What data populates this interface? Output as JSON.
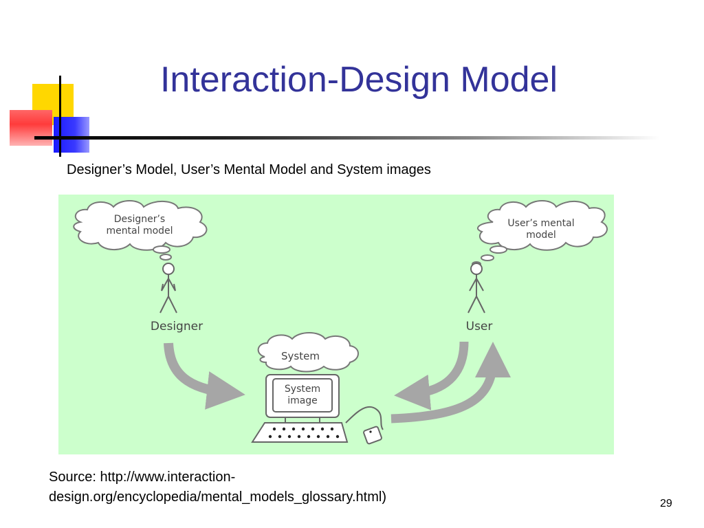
{
  "slide": {
    "title": "Interaction-Design Model",
    "subtitle": "Designer’s Model, User’s Mental Model and System images",
    "source_line1": "Source: http://www.interaction-",
    "source_line2": "design.org/encyclopedia/mental_models_glossary.html)",
    "page_number": "29"
  },
  "diagram": {
    "designer_cloud_line1": "Designer’s",
    "designer_cloud_line2": "mental model",
    "user_cloud_line1": "User’s mental",
    "user_cloud_line2": "model",
    "designer_label": "Designer",
    "user_label": "User",
    "system_cloud_label": "System",
    "screen_line1": "System",
    "screen_line2": "image"
  },
  "colors": {
    "title": "#333399",
    "diagram_background": "#ccffcc",
    "arrow": "#a6a6a6",
    "deco_yellow": "#ffd700",
    "deco_red": "#ff4040",
    "deco_blue": "#2a2aff"
  }
}
